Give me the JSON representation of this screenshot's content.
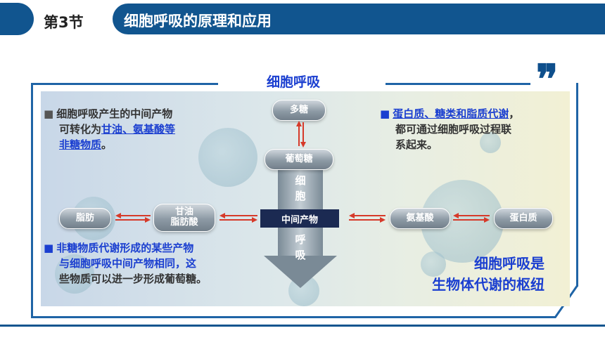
{
  "header": {
    "section": "第3节",
    "title": "细胞呼吸的原理和应用"
  },
  "panel": {
    "title": "细胞呼吸",
    "quote_mark": "❞"
  },
  "nodes": {
    "polysaccharide": "多糖",
    "glucose": "葡萄糖",
    "fat": "脂肪",
    "glycerol_line1": "甘油",
    "glycerol_line2": "脂肪酸",
    "intermediate": "中间产物",
    "amino_acid": "氨基酸",
    "protein": "蛋白质"
  },
  "arrow_label": {
    "c1": "细",
    "c2": "胞",
    "c3": "呼",
    "c4": "吸"
  },
  "text_left_top": {
    "bullet": "■",
    "line1": "细胞呼吸产生的中间产物",
    "line2_prefix": "可转化为",
    "line2_blue": "甘油、氨基酸等",
    "line3_blue": "非糖物质",
    "line3_end": "。"
  },
  "text_right_top": {
    "bullet": "■",
    "line1_blue": "蛋白质、糖类和脂质代谢",
    "line1_end": "，",
    "line2": "都可通过细胞呼吸过程联",
    "line3": "系起来。"
  },
  "text_left_bottom": {
    "bullet": "■",
    "line1": "非糖物质代谢形成的某些产物",
    "line2": "与细胞呼吸中间产物相同，这",
    "line3": "些物质可以进一步形成葡萄糖。"
  },
  "conclusion": {
    "line1": "细胞呼吸是",
    "line2": "生物体代谢的枢纽"
  },
  "colors": {
    "brand": "#11558f",
    "accent_blue": "#1b3fd0",
    "arrow_red": "#d63a2a"
  }
}
